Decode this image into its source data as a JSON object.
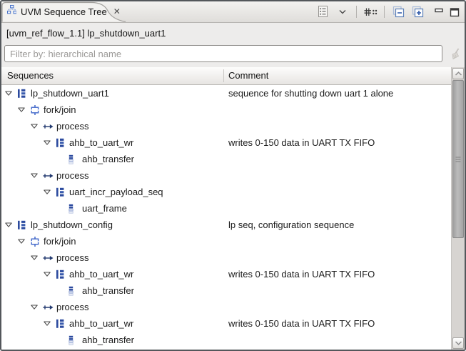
{
  "view": {
    "tab_label": "UVM Sequence Tree",
    "close_glyph": "✕"
  },
  "toolbar": {
    "icons": [
      "view-menu",
      "chevron-down",
      "grid-dots",
      "collapse-all",
      "expand-all",
      "minimize",
      "maximize"
    ]
  },
  "breadcrumb": {
    "text": "[uvm_ref_flow_1.1] lp_shutdown_uart1"
  },
  "filter": {
    "placeholder": "Filter by: hierarchical name",
    "value": "",
    "clear_icon": "broom"
  },
  "table": {
    "columns": [
      "Sequences",
      "Comment"
    ]
  },
  "tree": {
    "rows": [
      {
        "label": "lp_shutdown_uart1",
        "comment": "sequence for shutting down uart 1 alone",
        "level": 0,
        "arrow": true,
        "icon": "seq"
      },
      {
        "label": "fork/join",
        "comment": "",
        "level": 1,
        "arrow": true,
        "icon": "fork"
      },
      {
        "label": "process",
        "comment": "",
        "level": 2,
        "arrow": true,
        "icon": "process"
      },
      {
        "label": "ahb_to_uart_wr",
        "comment": "writes 0-150 data in UART TX FIFO",
        "level": 3,
        "arrow": true,
        "icon": "seq"
      },
      {
        "label": "ahb_transfer",
        "comment": "",
        "level": 4,
        "arrow": false,
        "icon": "item"
      },
      {
        "label": "process",
        "comment": "",
        "level": 2,
        "arrow": true,
        "icon": "process"
      },
      {
        "label": "uart_incr_payload_seq",
        "comment": "",
        "level": 3,
        "arrow": true,
        "icon": "seq"
      },
      {
        "label": "uart_frame",
        "comment": "",
        "level": 4,
        "arrow": false,
        "icon": "item"
      },
      {
        "label": "lp_shutdown_config",
        "comment": "lp seq, configuration sequence",
        "level": 0,
        "arrow": true,
        "icon": "seq"
      },
      {
        "label": "fork/join",
        "comment": "",
        "level": 1,
        "arrow": true,
        "icon": "fork"
      },
      {
        "label": "process",
        "comment": "",
        "level": 2,
        "arrow": true,
        "icon": "process"
      },
      {
        "label": "ahb_to_uart_wr",
        "comment": "writes 0-150 data in UART TX FIFO",
        "level": 3,
        "arrow": true,
        "icon": "seq"
      },
      {
        "label": "ahb_transfer",
        "comment": "",
        "level": 4,
        "arrow": false,
        "icon": "item"
      },
      {
        "label": "process",
        "comment": "",
        "level": 2,
        "arrow": true,
        "icon": "process"
      },
      {
        "label": "ahb_to_uart_wr",
        "comment": "writes 0-150 data in UART TX FIFO",
        "level": 3,
        "arrow": true,
        "icon": "seq"
      },
      {
        "label": "ahb_transfer",
        "comment": "",
        "level": 4,
        "arrow": false,
        "icon": "item"
      }
    ]
  },
  "colors": {
    "seq_navy": "#2b4a9e",
    "fork_blue": "#3f66c9",
    "process_navy": "#233a70",
    "border_dark": "#53575b"
  }
}
